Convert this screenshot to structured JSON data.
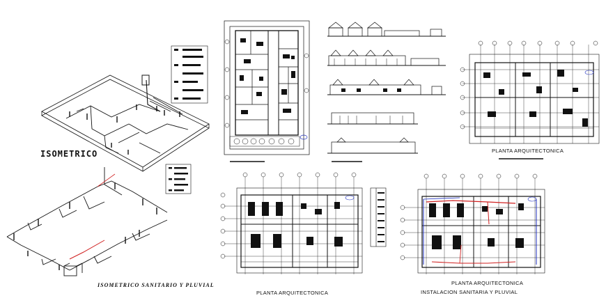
{
  "labels": {
    "isometric_title": "ISOMETRICO",
    "isometric_subtitle": "ISOMETRICO SANITARIO Y PLUVIAL",
    "plan_top_right": "PLANTA ARQUITECTONICA",
    "plan_bottom_left": "PLANTA ARQUITECTONICA",
    "plan_bottom_right": "PLANTA ARQUITECTONICA",
    "plan_bottom_right_sub": "INSTALACION SANITARIA Y PLUVIAL"
  },
  "colors": {
    "line": "#111111",
    "background": "#ffffff",
    "sanitary_red": "#d02020",
    "pluvial_blue": "#2030c0"
  }
}
